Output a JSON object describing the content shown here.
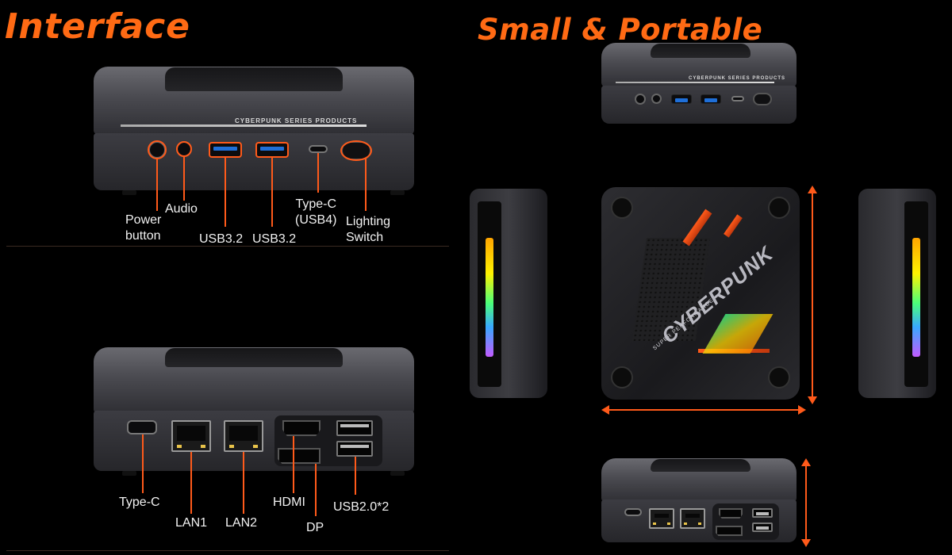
{
  "headings": {
    "interface": "Interface",
    "portable": "Small & Portable"
  },
  "brand_text": "CYBERPUNK SERIES PRODUCTS",
  "top_logo_text": "CYBERPUNK",
  "top_subtext": "SUPER PERFORMANCE",
  "front_labels": {
    "power": "Power\nbutton",
    "audio": "Audio",
    "usb1": "USB3.2",
    "usb2": "USB3.2",
    "typec": "Type-C\n(USB4)",
    "lighting": "Lighting\nSwitch"
  },
  "rear_labels": {
    "typec": "Type-C",
    "lan1": "LAN1",
    "lan2": "LAN2",
    "hdmi": "HDMI",
    "dp": "DP",
    "usb20": "USB2.0*2"
  },
  "colors": {
    "accent": "#ff6a14",
    "leader": "#ff5a1a",
    "usb3_blue": "#1f6fd8",
    "background": "#000000"
  }
}
